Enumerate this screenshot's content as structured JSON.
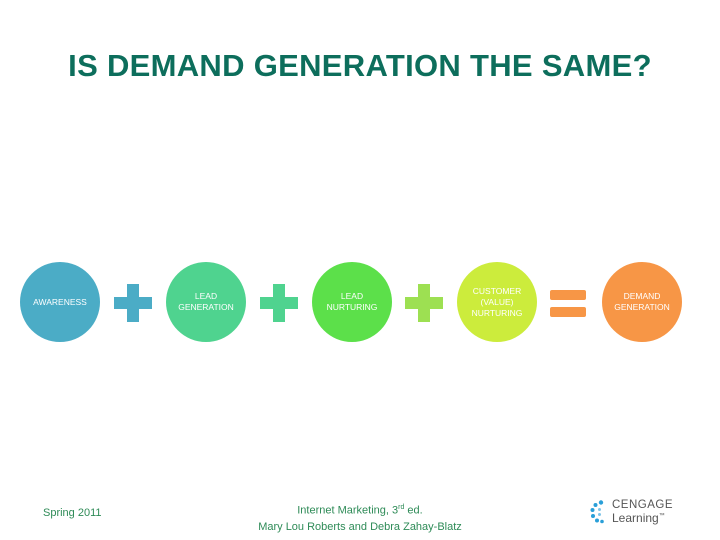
{
  "title": "IS DEMAND GENERATION THE SAME?",
  "steps": [
    {
      "label": "AWARENESS",
      "color": "#4bacc6"
    },
    {
      "label": "LEAD\nGENERATION",
      "color": "#4fd38f"
    },
    {
      "label": "LEAD\nNURTURING",
      "color": "#5ce04a"
    },
    {
      "label": "CUSTOMER\n(VALUE)\nNURTURING",
      "color": "#ccec3c"
    },
    {
      "label": "DEMAND\nGENERATION",
      "color": "#f79646"
    }
  ],
  "operators": [
    {
      "symbol": "plus",
      "color": "#4bacc6"
    },
    {
      "symbol": "plus",
      "color": "#4fd38f"
    },
    {
      "symbol": "plus",
      "color": "#9de052"
    },
    {
      "symbol": "equals",
      "color": "#f79646"
    }
  ],
  "footer": {
    "term": "Spring 2011",
    "book_line1_pre": "Internet Marketing, 3",
    "book_line1_sup": "rd",
    "book_line1_post": " ed.",
    "book_line2": "Mary Lou Roberts and Debra Zahay-Blatz"
  },
  "logo": {
    "word1": "CENGAGE",
    "word2": "Learning",
    "mark": "™"
  }
}
